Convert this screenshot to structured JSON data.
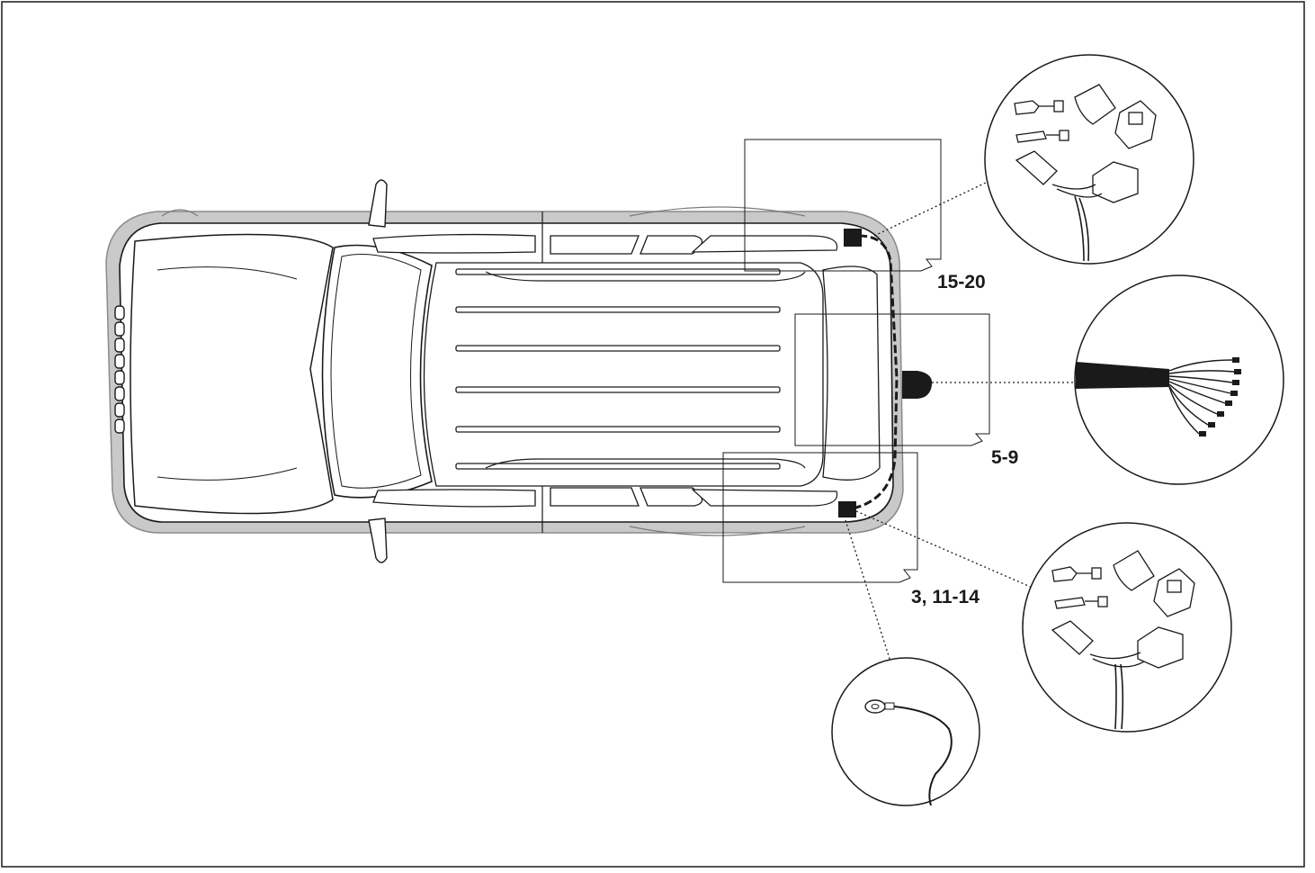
{
  "diagram": {
    "labels": {
      "top_right": "15-20",
      "tow_bar": "5-9",
      "bottom_right": "3, 11-14"
    },
    "details": [
      {
        "icon": "connector-set-icon"
      },
      {
        "icon": "wire-bundle-icon"
      },
      {
        "icon": "connector-set-icon"
      },
      {
        "icon": "ring-terminal-icon"
      }
    ],
    "colors": {
      "car_body": "#ffffff",
      "car_outline": "#9a9a9a",
      "line": "#1a1a1a",
      "wiring": "#1a1a1a"
    }
  }
}
